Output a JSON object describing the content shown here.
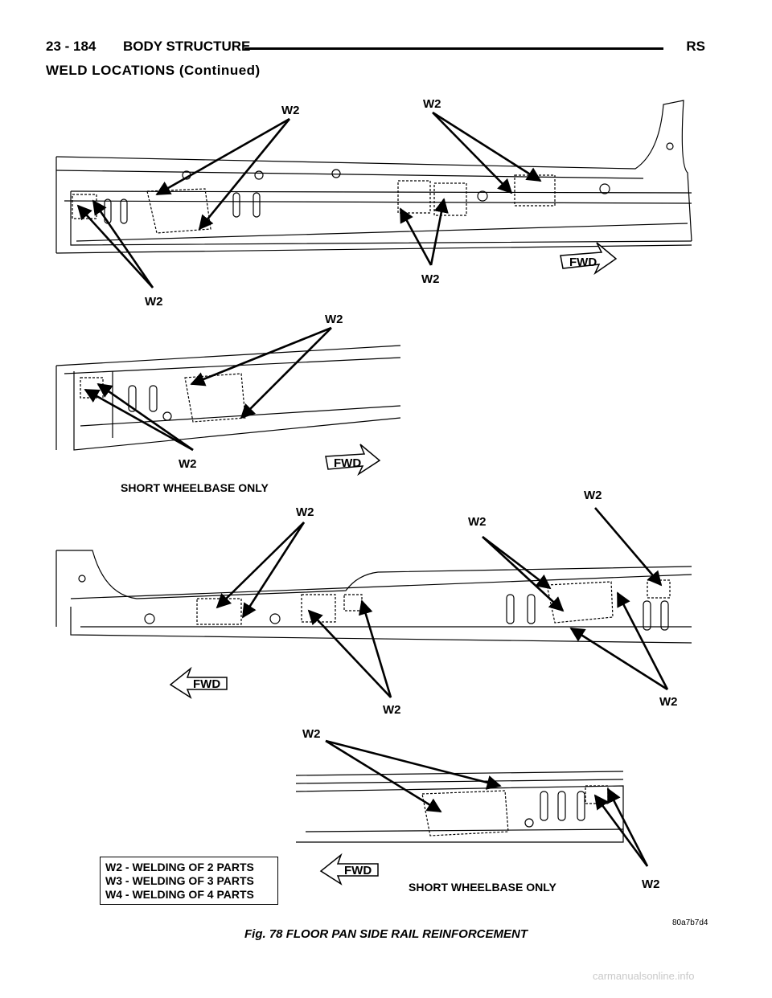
{
  "header": {
    "page_number": "23 - 184",
    "section": "BODY STRUCTURE",
    "code": "RS"
  },
  "subtitle": "WELD LOCATIONS (Continued)",
  "labels": {
    "weld": "W2",
    "fwd": "FWD",
    "short_wheelbase": "SHORT WHEELBASE ONLY"
  },
  "legend": {
    "w2": "W2 - WELDING OF 2 PARTS",
    "w3": "W3 - WELDING OF 3 PARTS",
    "w4": "W4 - WELDING OF 4 PARTS"
  },
  "figure": {
    "caption": "Fig. 78 FLOOR PAN SIDE RAIL REINFORCEMENT",
    "code": "80a7b7d4"
  },
  "watermark": "carmanualsonline.info"
}
